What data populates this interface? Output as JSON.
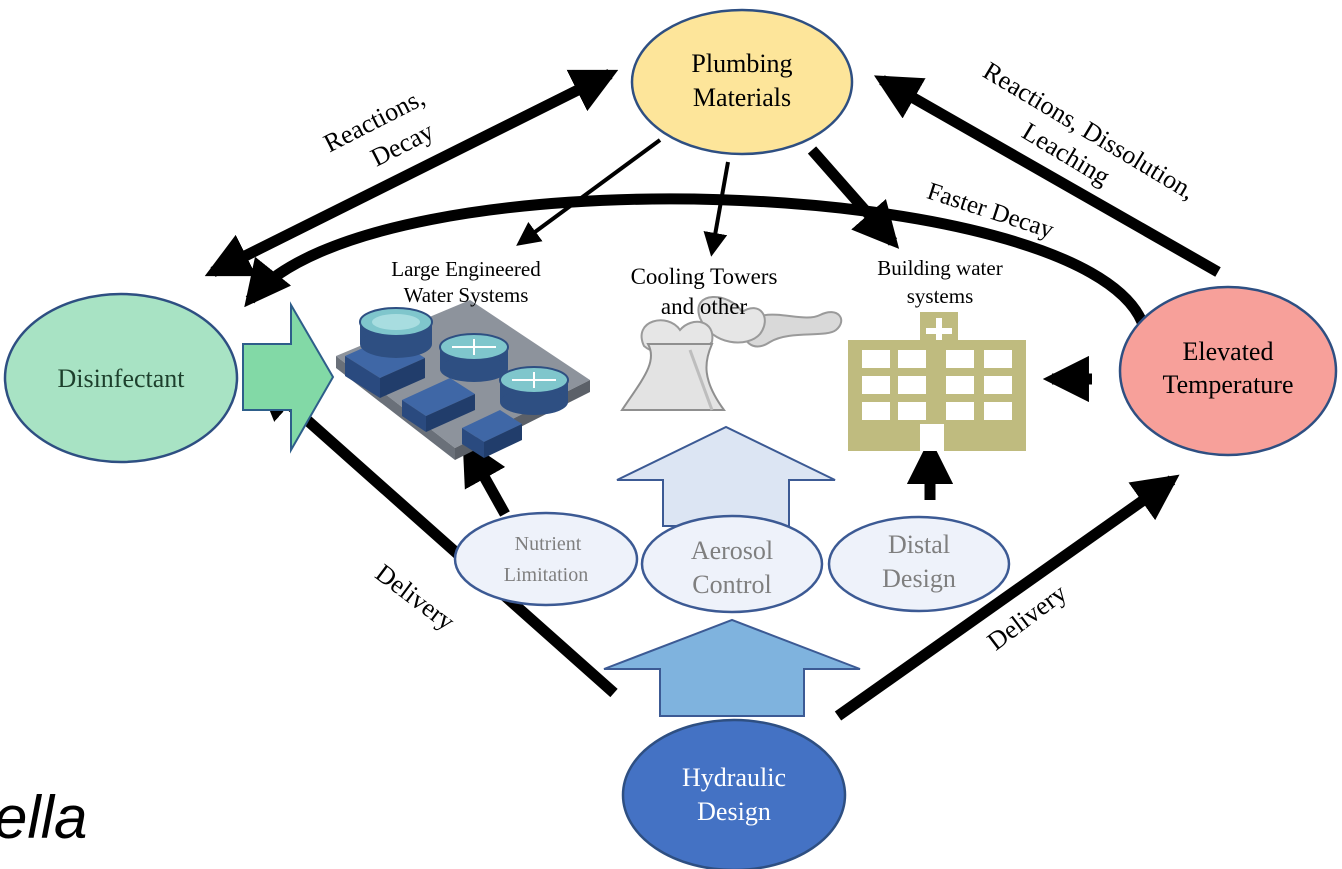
{
  "nodes": {
    "plumbing": {
      "line1": "Plumbing",
      "line2": "Materials"
    },
    "disinfectant": {
      "label": "Disinfectant"
    },
    "temperature": {
      "line1": "Elevated",
      "line2": "Temperature"
    },
    "hydraulic": {
      "line1": "Hydraulic",
      "line2": "Design"
    },
    "nutrient": {
      "line1": "Nutrient",
      "line2": "Limitation"
    },
    "aerosol": {
      "line1": "Aerosol",
      "line2": "Control"
    },
    "distal": {
      "line1": "Distal",
      "line2": "Design"
    }
  },
  "systems": {
    "large": {
      "line1": "Large Engineered",
      "line2": "Water Systems"
    },
    "cooling": {
      "line1": "Cooling Towers",
      "line2": "and other"
    },
    "building": {
      "line1": "Building water",
      "line2": "systems"
    }
  },
  "edges": {
    "reactions_decay": {
      "line1": "Reactions,",
      "line2": "Decay"
    },
    "reactions_dissolution": {
      "line1": "Reactions, Dissolution,",
      "line2": "Leaching"
    },
    "faster_decay": "Faster Decay",
    "delivery_left": "Delivery",
    "delivery_right": "Delivery"
  },
  "fragment_text": "ella",
  "colors": {
    "plumbing_fill": "#fde59a",
    "disinfectant_fill": "#a8e3c4",
    "temperature_fill": "#f7a09a",
    "hydraulic_fill": "#4472c4",
    "small_node_fill": "#eef2fa",
    "small_node_stroke": "#3c5a94",
    "building_fill": "#bfbb7f",
    "disinfectant_arrow": "#82d9a6",
    "up_arrow_light": "#dce5f3",
    "up_arrow_mid": "#7fb3de"
  }
}
